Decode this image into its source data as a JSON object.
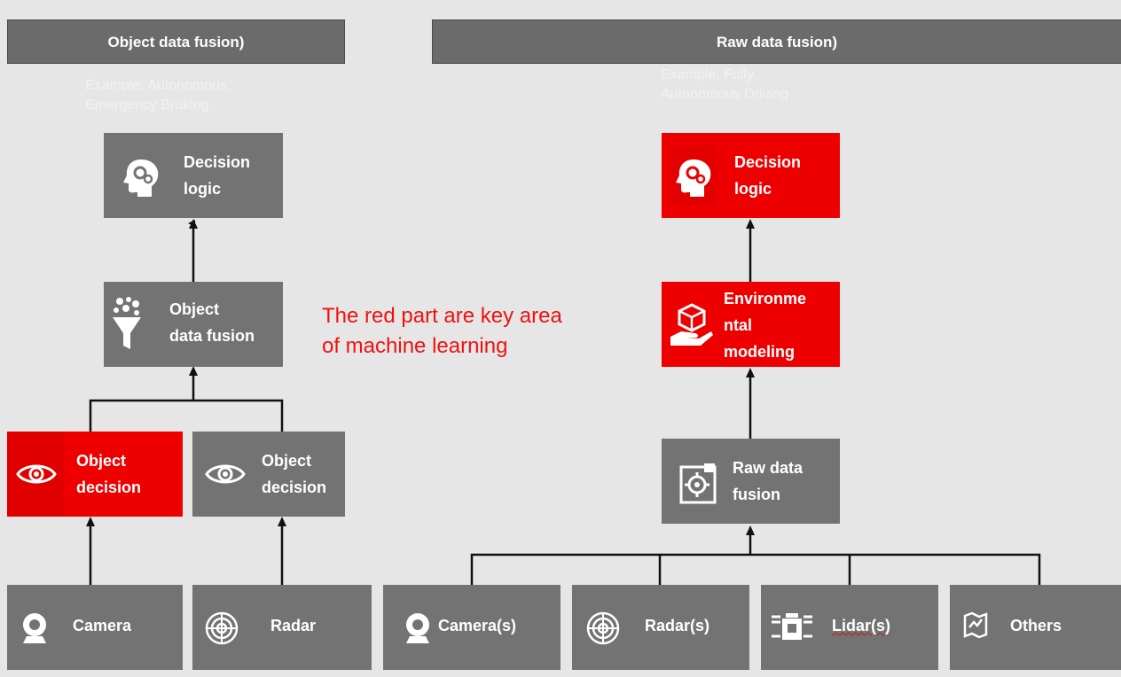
{
  "headers": {
    "left": "Object data fusion)",
    "right": "Raw data fusion)"
  },
  "examples": {
    "left": "Example: Autonomous\nEmergency Braking",
    "right": "Example: Fully\nAutonomous Driving"
  },
  "note": "The red part are key area\nof machine learning",
  "left_chain": {
    "decision_logic": "Decision\nlogic",
    "object_data_fusion": "Object\ndata fusion",
    "object_decision_camera": "Object\ndecision",
    "object_decision_radar": "Object\ndecision"
  },
  "right_chain": {
    "decision_logic": "Decision\nlogic",
    "environmental_modeling": "Environme\nntal\nmodeling",
    "raw_data_fusion": "Raw data\nfusion"
  },
  "sensors": {
    "camera": "Camera",
    "radar": "Radar",
    "cameras": "Camera(s)",
    "radars": "Radar(s)",
    "lidars": "Lidar(s)",
    "others": "Others"
  },
  "colors": {
    "key_area": "#ee0000",
    "box": "#737373",
    "note_text": "#ee1111"
  },
  "icons": {
    "decision_logic": "head-gears-icon",
    "object_data_fusion": "funnel-icon",
    "object_decision": "eye-icon",
    "environmental_modeling": "hand-cube-icon",
    "raw_data_fusion": "fusion-gear-icon",
    "camera": "webcam-icon",
    "radar": "radar-icon",
    "lidar": "lidar-icon",
    "others": "map-icon"
  }
}
